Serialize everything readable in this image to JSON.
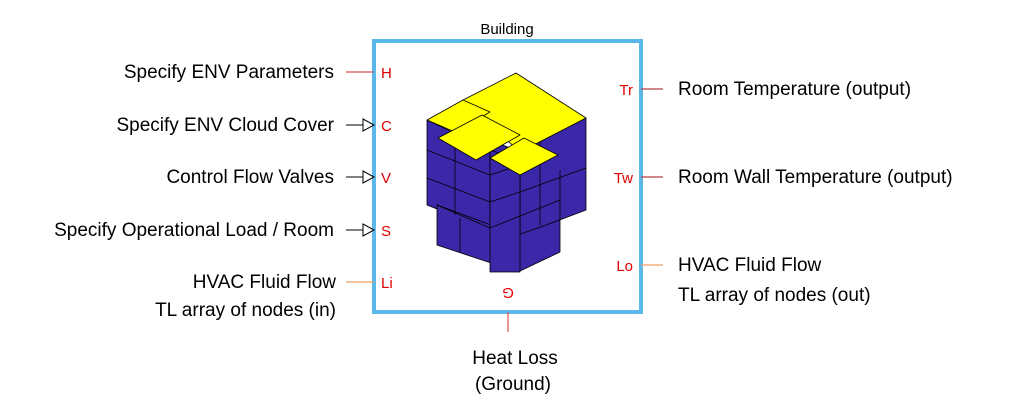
{
  "block": {
    "title": "Building",
    "border_color": "#5bb8ea",
    "icon": "building-cube-icon",
    "icon_colors": {
      "top": "#ffff00",
      "side": "#3a28a8",
      "edge": "#000000"
    }
  },
  "ports": {
    "h": "H",
    "c": "C",
    "v": "V",
    "s": "S",
    "li": "Li",
    "tr": "Tr",
    "tw": "Tw",
    "lo": "Lo",
    "g": "G",
    "label_color": "#dd0000"
  },
  "line_colors": {
    "physical": "#e05050",
    "signal_out": "#b04040",
    "thermal_liquid": "#f0a060",
    "signal_in": "#000000"
  },
  "labels": {
    "h": "Specify ENV Parameters",
    "c": "Specify ENV Cloud Cover",
    "v": "Control Flow Valves",
    "s": "Specify Operational Load / Room",
    "li_line1": "HVAC Fluid Flow",
    "li_line2": "TL array of nodes (in)",
    "tr": "Room Temperature (output)",
    "tw": "Room Wall Temperature (output)",
    "lo_line1": "HVAC Fluid Flow",
    "lo_line2": "TL array of nodes (out)",
    "g_line1": "Heat Loss",
    "g_line2": "(Ground)"
  }
}
